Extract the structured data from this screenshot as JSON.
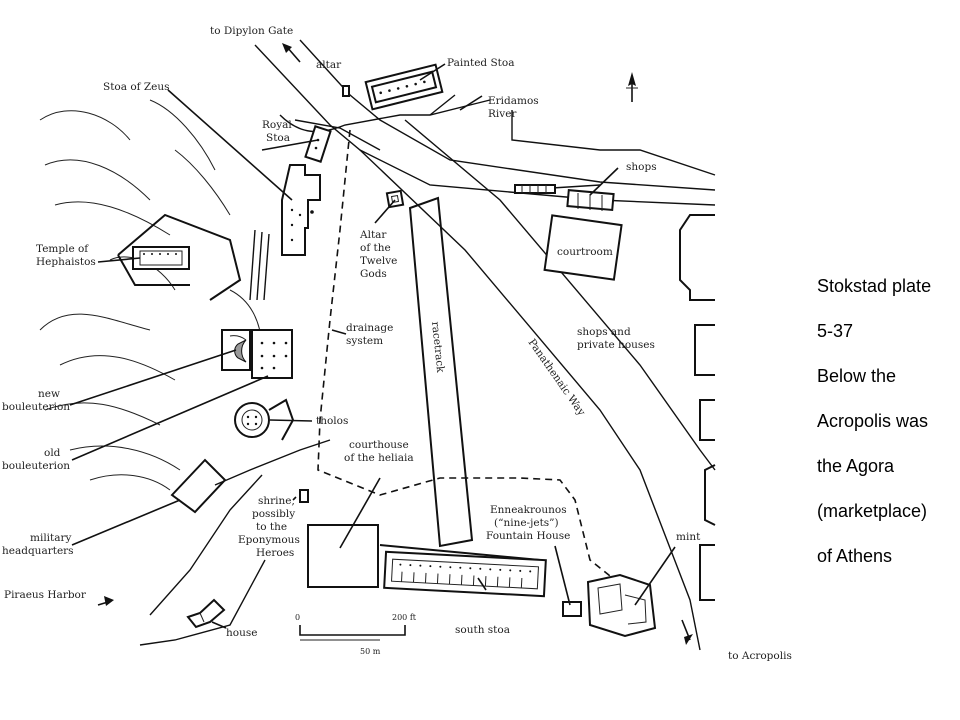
{
  "caption": {
    "lines": [
      "Stokstad plate",
      "5-37",
      "Below the",
      "Acropolis was",
      "the Agora",
      "(marketplace)",
      "of Athens"
    ]
  },
  "labels": {
    "dipylon_gate": "to Dipylon Gate",
    "altar": "altar",
    "painted_stoa": "Painted Stoa",
    "eridamos_1": "Eridamos",
    "eridamos_2": "River",
    "stoa_of_zeus": "Stoa of Zeus",
    "royal_stoa_1": "Royal",
    "royal_stoa_2": "Stoa",
    "shops": "shops",
    "temple_hephaistos_1": "Temple of",
    "temple_hephaistos_2": "Hephaistos",
    "altar_twelve_1": "Altar",
    "altar_twelve_2": "of the",
    "altar_twelve_3": "Twelve",
    "altar_twelve_4": "Gods",
    "courtroom": "courtroom",
    "drainage_1": "drainage",
    "drainage_2": "system",
    "racetrack": "racetrack",
    "panathenaic_way": "Panathenaic Way",
    "shops_houses_1": "shops and",
    "shops_houses_2": "private houses",
    "new_bouleuterion_1": "new",
    "new_bouleuterion_2": "bouleuterion",
    "old_bouleuterion_1": "old",
    "old_bouleuterion_2": "bouleuterion",
    "tholos": "tholos",
    "courthouse_1": "courthouse",
    "courthouse_2": "of the heliaia",
    "shrine_1": "shrine,",
    "shrine_2": "possibly",
    "shrine_3": "to the",
    "shrine_4": "Eponymous",
    "shrine_5": "Heroes",
    "enneakrounos_1": "Enneakrounos",
    "enneakrounos_2": "(“nine-jets”)",
    "enneakrounos_3": "Fountain House",
    "mint": "mint",
    "military_1": "military",
    "military_2": "headquarters",
    "piraeus": "Piraeus Harbor",
    "house": "house",
    "south_stoa": "south stoa",
    "to_acropolis": "to Acropolis",
    "scale_zero": "0",
    "scale_feet": "200 ft",
    "scale_meters": "50 m"
  },
  "icons": {
    "north_arrow": "north-arrow-icon",
    "direction_arrows": "direction-arrow-icon"
  }
}
